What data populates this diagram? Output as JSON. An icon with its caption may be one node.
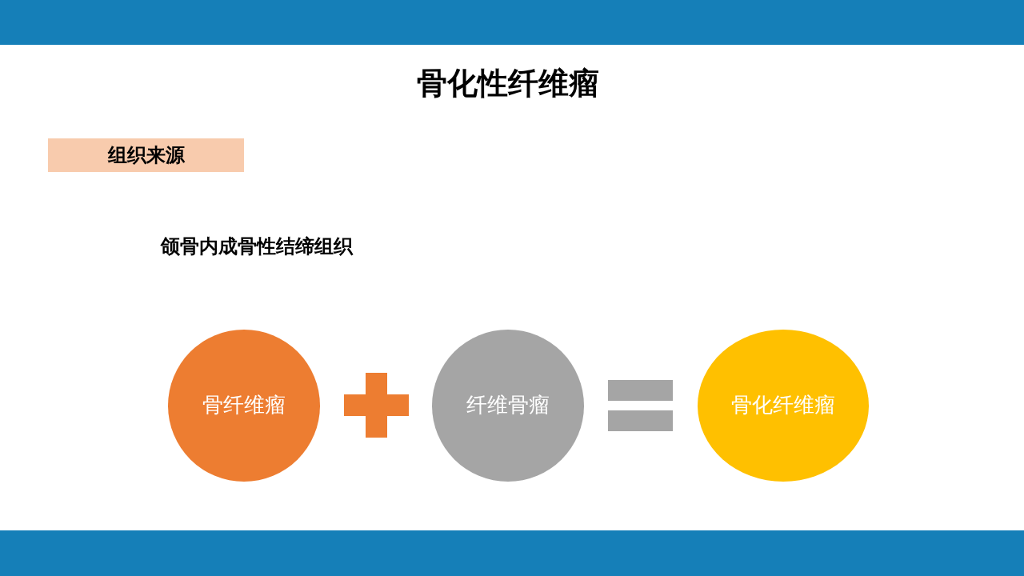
{
  "diagram": {
    "title": "骨化性纤维瘤",
    "nodes": [
      {
        "text": [
          "组织来源"
        ]
      },
      {
        "text": [
          "骨纤维瘤"
        ]
      },
      {
        "text": [
          "纤维骨瘤"
        ]
      },
      {
        "text": [
          "骨化纤维瘤"
        ]
      }
    ],
    "labels": [
      "颌骨内成骨性结缔组织"
    ]
  }
}
